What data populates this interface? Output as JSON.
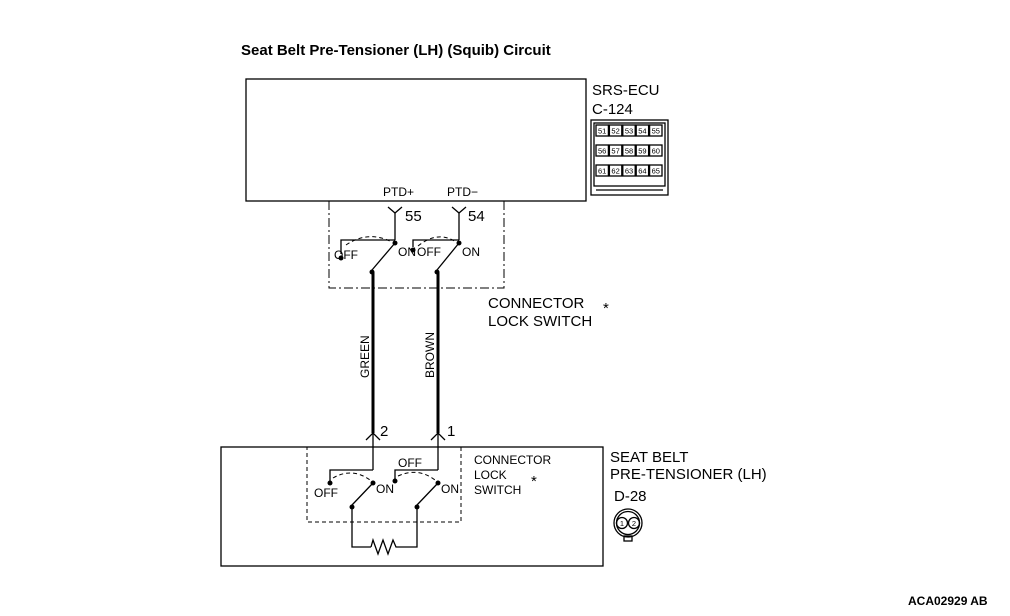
{
  "title": "Seat Belt Pre-Tensioner (LH) (Squib) Circuit",
  "ecu": {
    "name": "SRS-ECU",
    "connector": "C-124",
    "pins_row1": [
      "51",
      "52",
      "53",
      "54",
      "55"
    ],
    "pins_row2": [
      "56",
      "57",
      "58",
      "59",
      "60"
    ],
    "pins_row3": [
      "61",
      "62",
      "63",
      "64",
      "65"
    ],
    "terminal_left_label": "PTD+",
    "terminal_right_label": "PTD−",
    "terminal_left_pin": "55",
    "terminal_right_pin": "54"
  },
  "ecu_switch": {
    "off_left": "OFF",
    "on_left": "ON",
    "off_right": "OFF",
    "on_right": "ON",
    "label_line1": "CONNECTOR",
    "label_line2": "LOCK SWITCH",
    "note_mark": "*"
  },
  "wires": [
    {
      "color_name": "GREEN",
      "pin_bottom": "2"
    },
    {
      "color_name": "BROWN",
      "pin_bottom": "1"
    }
  ],
  "device": {
    "name_line1": "SEAT BELT",
    "name_line2": "PRE-TENSIONER (LH)",
    "connector": "D-28",
    "connector_pins": [
      "1",
      "2"
    ]
  },
  "device_switch": {
    "off_top": "OFF",
    "off_left": "OFF",
    "on_left": "ON",
    "on_right": "ON",
    "label_line1": "CONNECTOR",
    "label_line2": "LOCK",
    "label_line3": "SWITCH",
    "note_mark": "*"
  },
  "figure_code": "ACA02929 AB"
}
